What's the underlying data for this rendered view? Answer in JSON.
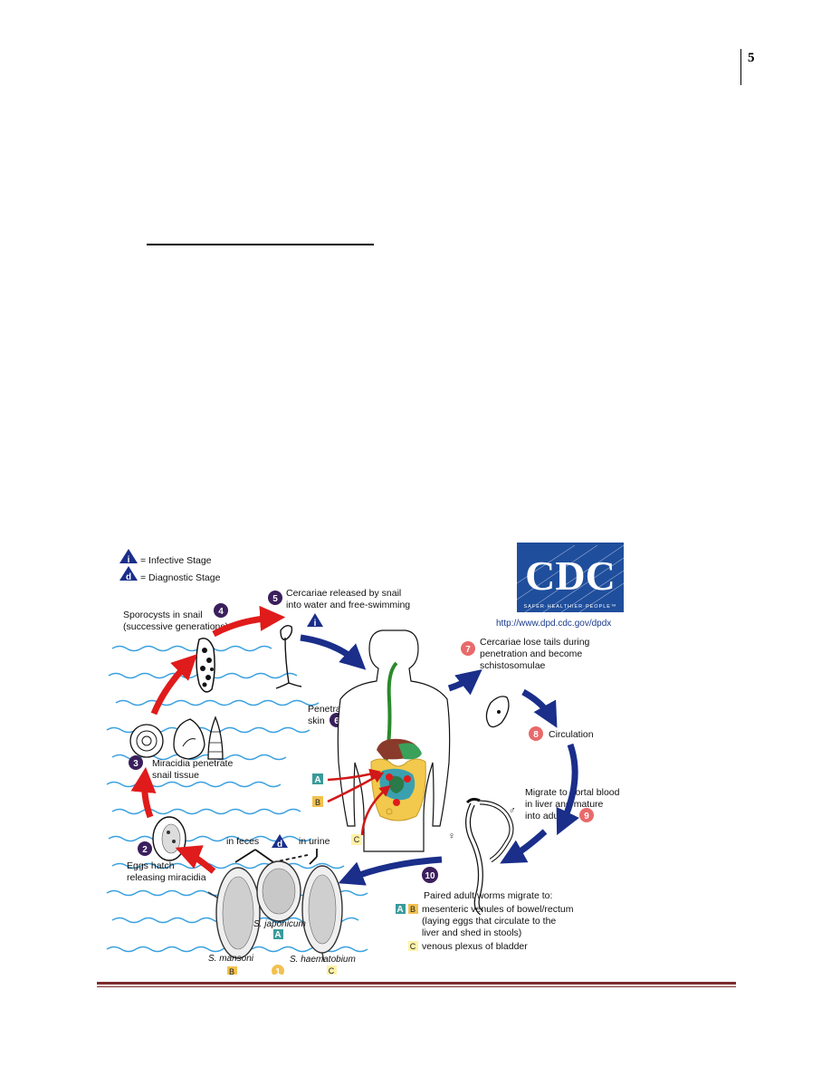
{
  "page": {
    "number": "5"
  },
  "diagram": {
    "legend": [
      {
        "symbol": "i",
        "text": "= Infective Stage"
      },
      {
        "symbol": "d",
        "text": "= Diagnostic Stage"
      }
    ],
    "logo": {
      "text": "CDC",
      "tagline": "SAFER·HEALTHIER·PEOPLE™",
      "url": "http://www.dpd.cdc.gov/dpdx"
    },
    "steps": {
      "s1": {
        "num": "1"
      },
      "s2": {
        "num": "2",
        "line1": "Eggs hatch",
        "line2": "releasing miracidia"
      },
      "s3": {
        "num": "3",
        "line1": "Miracidia penetrate",
        "line2": "snail tissue"
      },
      "s4": {
        "num": "4",
        "line1": "Sporocysts in snail",
        "line2": "(successive generations)"
      },
      "s5": {
        "num": "5",
        "line1": "Cercariae released by snail",
        "line2": "into water and free-swimming"
      },
      "s6": {
        "num": "6",
        "line1": "Penetrate",
        "line2": "skin"
      },
      "s7": {
        "num": "7",
        "line1": "Cercariae lose tails during",
        "line2": "penetration and become",
        "line3": "schistosomulae"
      },
      "s8": {
        "num": "8",
        "line1": "Circulation"
      },
      "s9": {
        "num": "9",
        "line1": "Migrate to portal blood",
        "line2": "in liver and mature",
        "line3": "into adults"
      },
      "s10": {
        "num": "10",
        "line1": "Paired adult worms migrate to:",
        "line2": "mesenteric venules of bowel/rectum",
        "line3": "(laying eggs that circulate to the",
        "line4": "liver and shed in stools)",
        "line5": "venous plexus of bladder"
      }
    },
    "eggs": {
      "in_feces": "in feces",
      "in_urine": "in urine",
      "mansoni": "S. mansoni",
      "japonicum": "S. japonicum",
      "haematobium": "S. haematobium"
    },
    "boxes": {
      "A": "A",
      "B": "B",
      "C": "C"
    },
    "symbols": {
      "infective": "i",
      "diagnostic": "d",
      "female": "♀",
      "male": "♂"
    },
    "colors": {
      "step_dark": "#3a1f5c",
      "step_light": "#e86a6a",
      "arrow_red": "#e01b1b",
      "arrow_blue": "#1a2e8a",
      "box_A": "#3a9a9a",
      "box_B": "#f2c14e",
      "box_C": "#fff2a8",
      "cdc_blue": "#1f4e9c",
      "water": "#3aa0e0"
    }
  }
}
